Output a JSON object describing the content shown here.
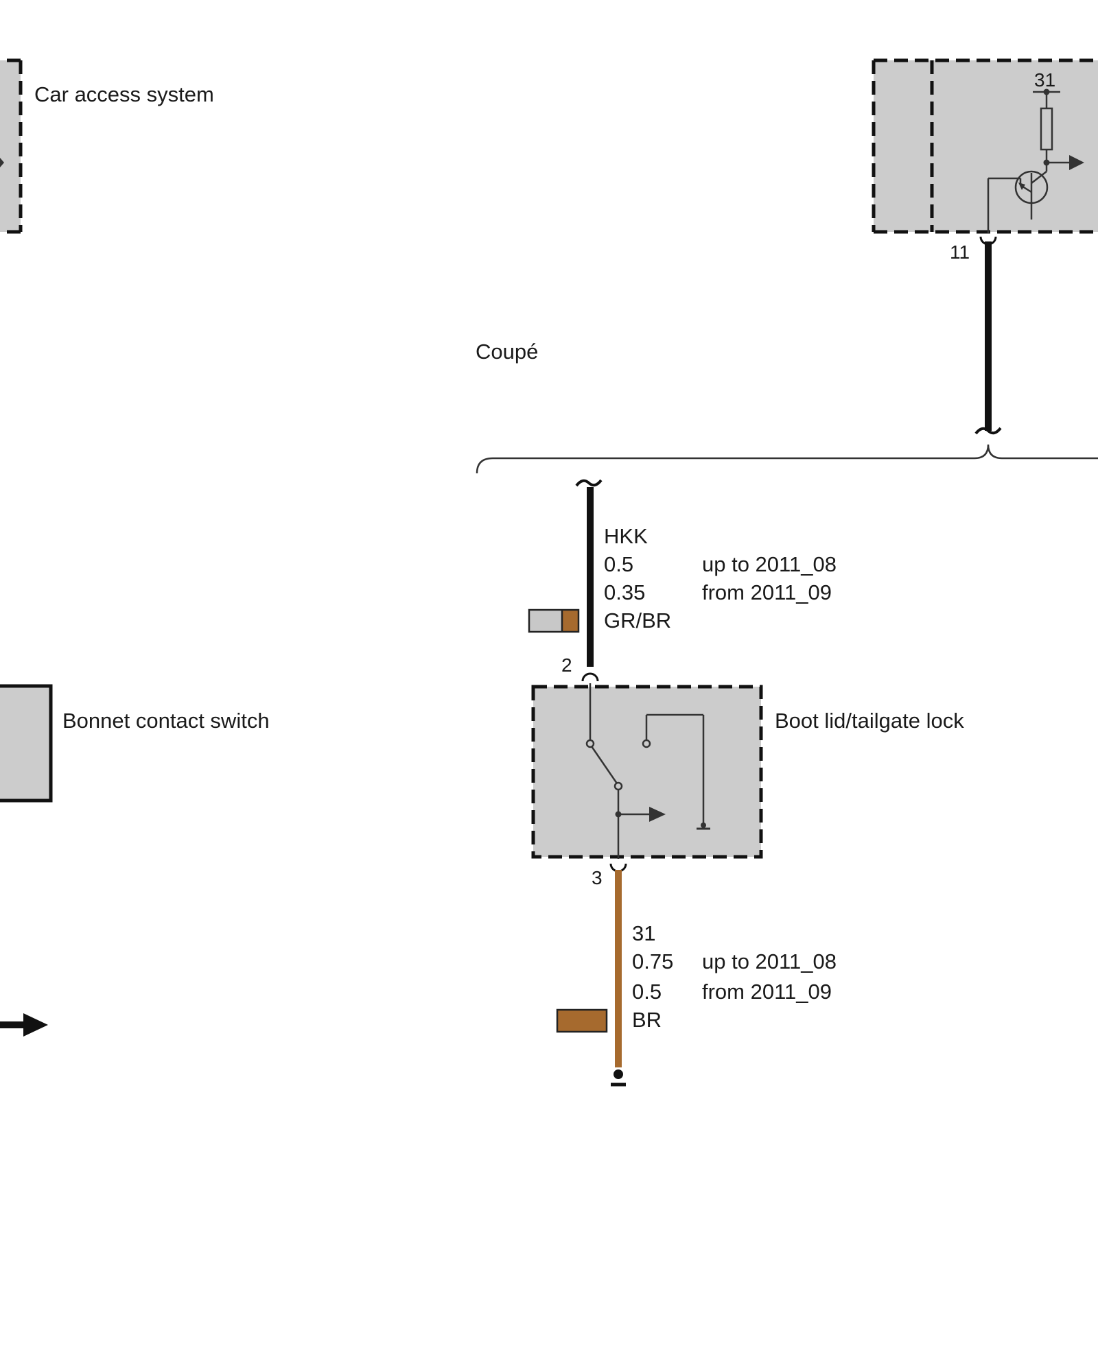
{
  "components": {
    "car_access_system": "Car access system",
    "bonnet_contact_switch": "Bonnet contact switch",
    "boot_lid_lock": "Boot lid/tailgate lock"
  },
  "variant_label": "Coupé",
  "module_right": {
    "terminal_label": "31",
    "pin_11": "11"
  },
  "wire_upper": {
    "name": "HKK",
    "size_1": "0.5",
    "size_2": "0.35",
    "note_1": "up to 2011_08",
    "note_2": "from 2011_09",
    "color_code": "GR/BR",
    "colors": [
      "#c8c8c8",
      "#a66a2e"
    ]
  },
  "wire_lower": {
    "name": "31",
    "size_1": "0.75",
    "size_2": "0.5",
    "note_1": "up to 2011_08",
    "note_2": "from 2011_09",
    "color_code": "BR",
    "color": "#a66a2e"
  },
  "pins": {
    "lock_pin_2": "2",
    "lock_pin_3": "3"
  },
  "colors": {
    "module_fill": "#cccccc",
    "wire_black": "#111111",
    "wire_brown": "#a66a2e",
    "line": "#333333"
  }
}
